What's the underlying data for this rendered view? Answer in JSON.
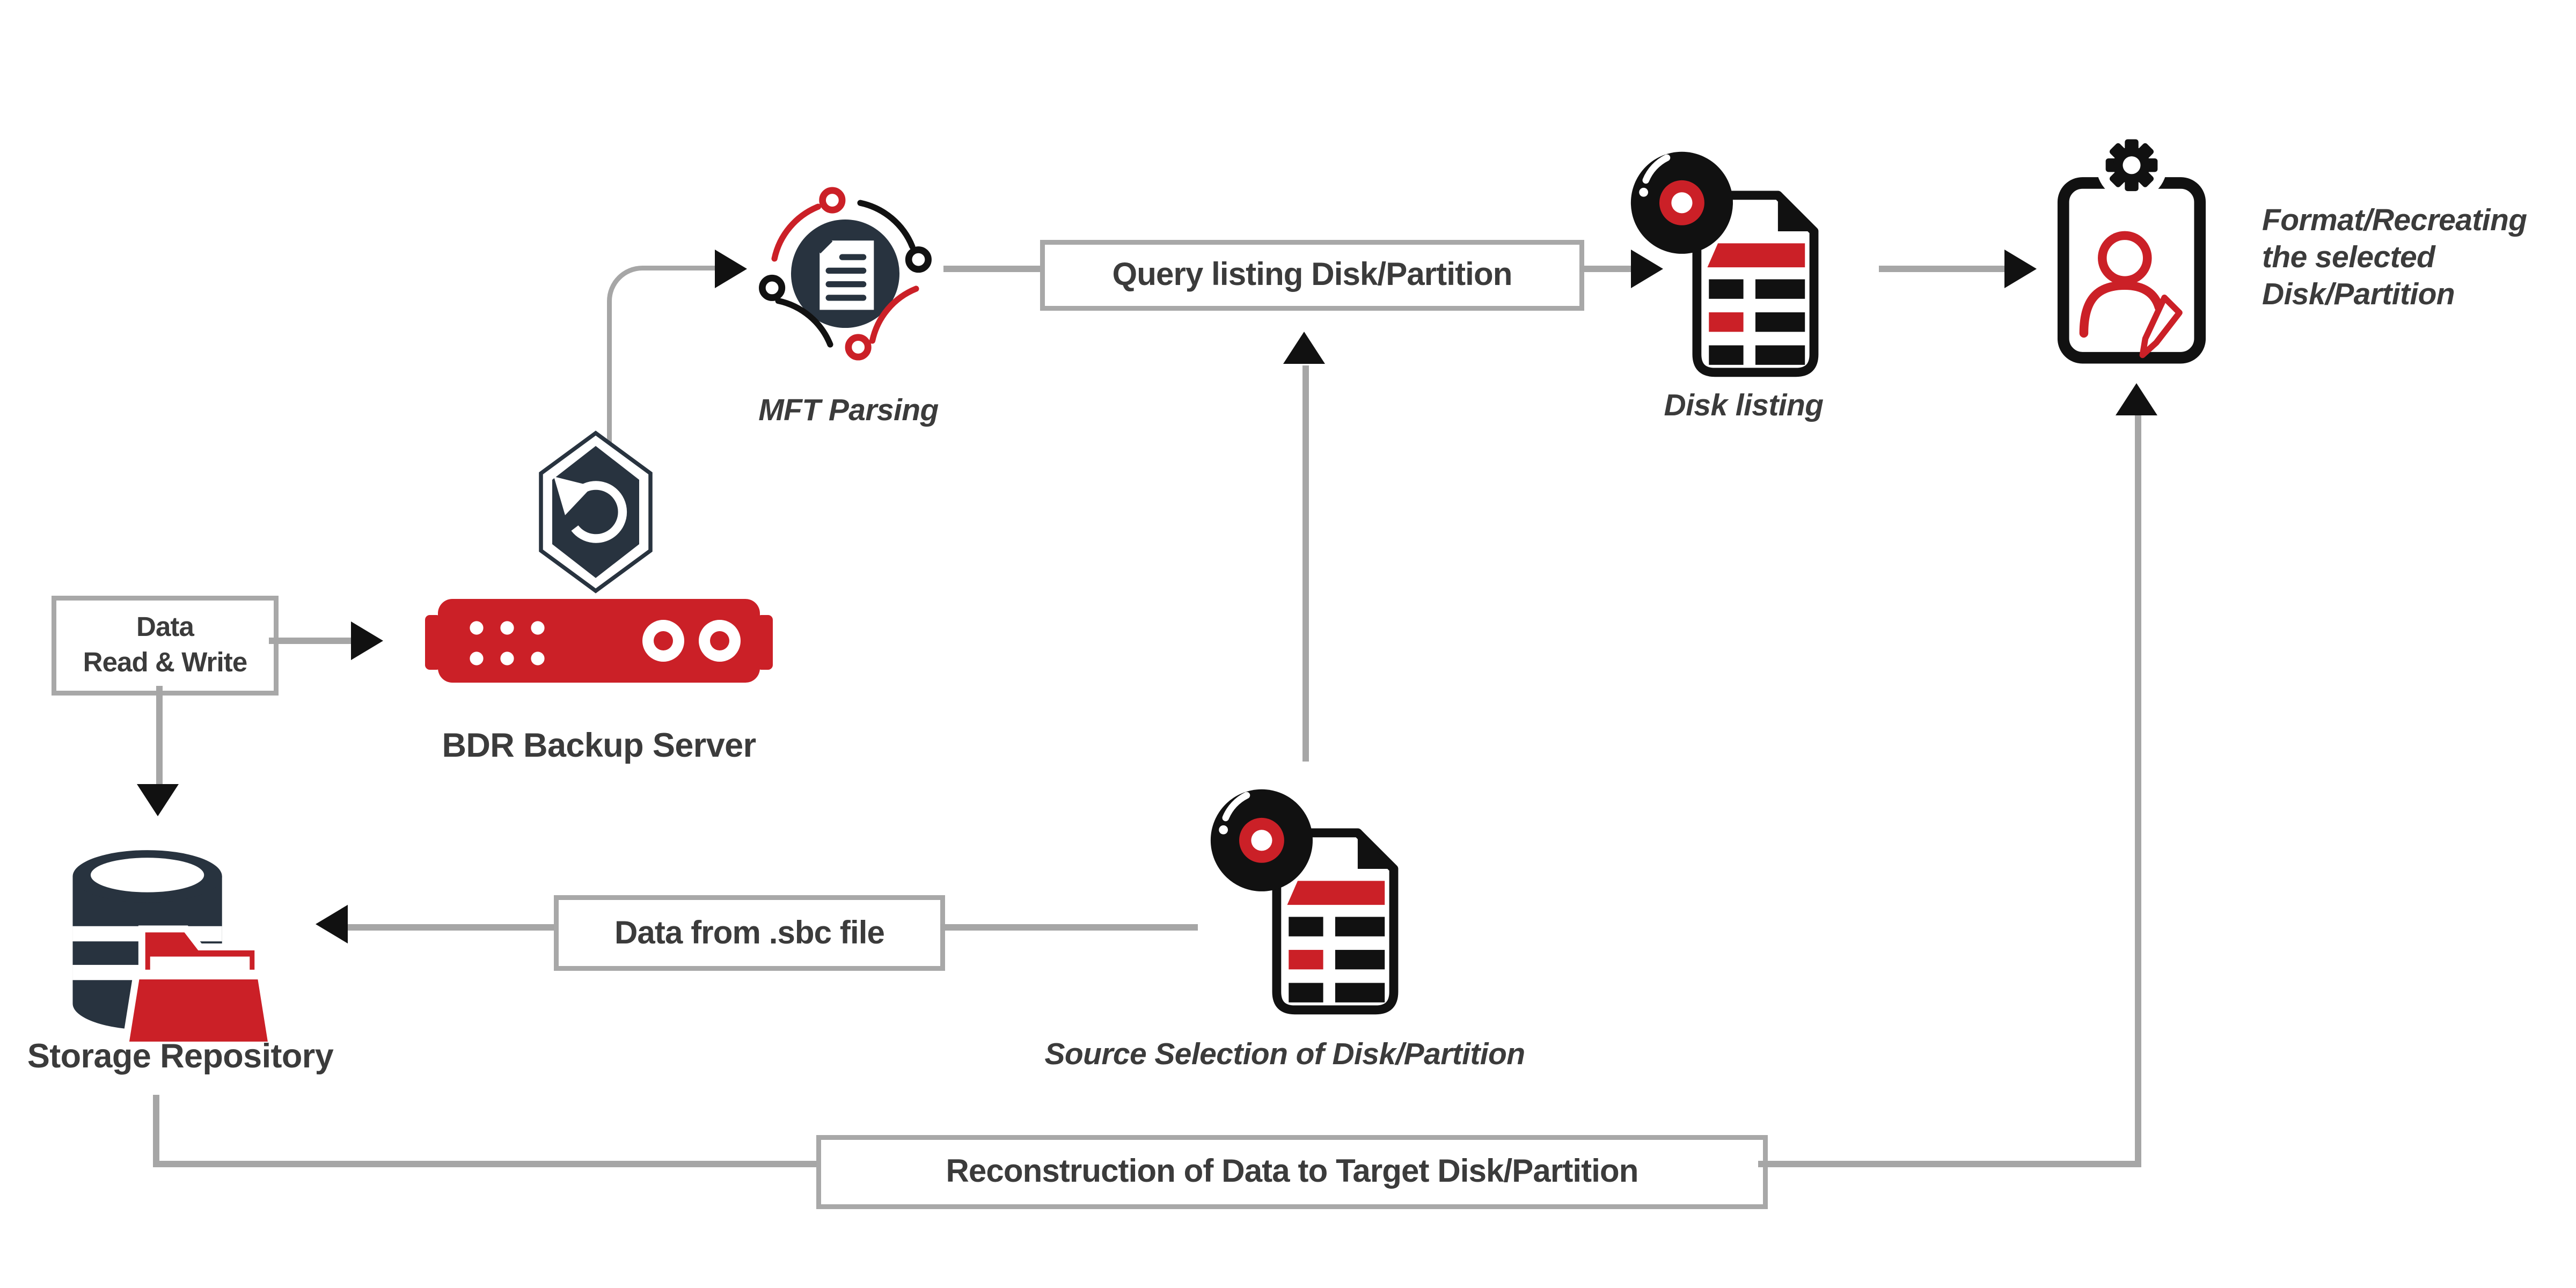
{
  "diagram_title": "BDR backup and restore data flow",
  "colors": {
    "accent_red": "#cb2027",
    "navy": "#28333f",
    "connector_gray": "#a6a6a6",
    "box_border_gray": "#a8a8a8",
    "arrowhead_black": "#111111",
    "text_dark": "#3b3b3b",
    "background": "#ffffff"
  },
  "nodes": {
    "data_rw": {
      "line1": "Data",
      "line2": "Read & Write"
    },
    "bdr": {
      "label": "BDR Backup Server",
      "icon": "backup-server-icon"
    },
    "mft": {
      "caption": "MFT Parsing",
      "icon": "document-network-icon"
    },
    "query": {
      "label": "Query listing Disk/Partition"
    },
    "disk_listing": {
      "caption": "Disk listing",
      "icon": "disk-file-icon"
    },
    "format_note": {
      "line1": "Format/Recreating",
      "line2": "the selected",
      "line3": "Disk/Partition"
    },
    "clipboard": {
      "icon": "clipboard-gear-user-icon"
    },
    "storage": {
      "label": "Storage Repository",
      "icon": "database-folder-icon"
    },
    "sbc": {
      "label": "Data from .sbc file"
    },
    "source_selection": {
      "caption": "Source Selection of Disk/Partition",
      "icon": "disk-file-icon"
    },
    "reconstruction": {
      "label": "Reconstruction of Data to Target Disk/Partition"
    }
  }
}
